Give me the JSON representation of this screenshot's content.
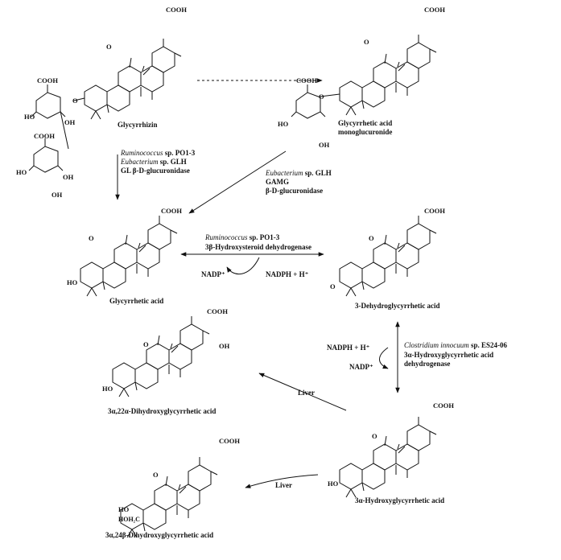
{
  "compounds": {
    "glycyrrhizin": "Glycyrrhizin",
    "gamg_line1": "Glycyrrhetic acid",
    "gamg_line2": "monoglucuronide",
    "glycyrrhetic": "Glycyrrhetic acid",
    "dehydro": "3-Dehydroglycyrrhetic acid",
    "alpha_hydroxy": "3α-Hydroxyglycyrrhetic acid",
    "dihydroxy_22": "3α,22α-Dihydroxyglycyrrhetic acid",
    "dihydroxy_24": "3α,24β-Dihydroxyglycyrrhetic acid"
  },
  "atoms": {
    "cooh": "COOH",
    "o": "O",
    "ho": "HO",
    "oh": "OH",
    "hoh2c": "HOH₂C"
  },
  "steps": {
    "step1": {
      "org1_italic": "Ruminococcus",
      "org1_rest": " sp. PO1-3",
      "org2_italic": "Eubacterium",
      "org2_rest": " sp. GLH",
      "enzyme": "GL β-D-glucuronidase"
    },
    "step2": {
      "org_italic": "Eubacterium",
      "org_rest": " sp. GLH",
      "gama": "GAMG",
      "enzyme": "β-D-glucuronidase"
    },
    "step3": {
      "org_italic": "Ruminococcus",
      "org_rest": " sp. PO1-3",
      "enzyme": "3β-Hydroxysteroid dehydrogenase",
      "nadp": "NADP⁺",
      "nadph": "NADPH + H⁺"
    },
    "step4": {
      "nadph": "NADPH + H⁺",
      "nadp": "NADP⁺",
      "org_italic": "Clostridium innocuum",
      "org_rest": " sp. ES24-06",
      "enzyme_line1": "3α-Hydroxyglycyrrhetic acid",
      "enzyme_line2": "dehydrogenase"
    },
    "liver1": "Liver",
    "liver2": "Liver"
  },
  "colors": {
    "ink": "#111111",
    "background": "#ffffff"
  }
}
